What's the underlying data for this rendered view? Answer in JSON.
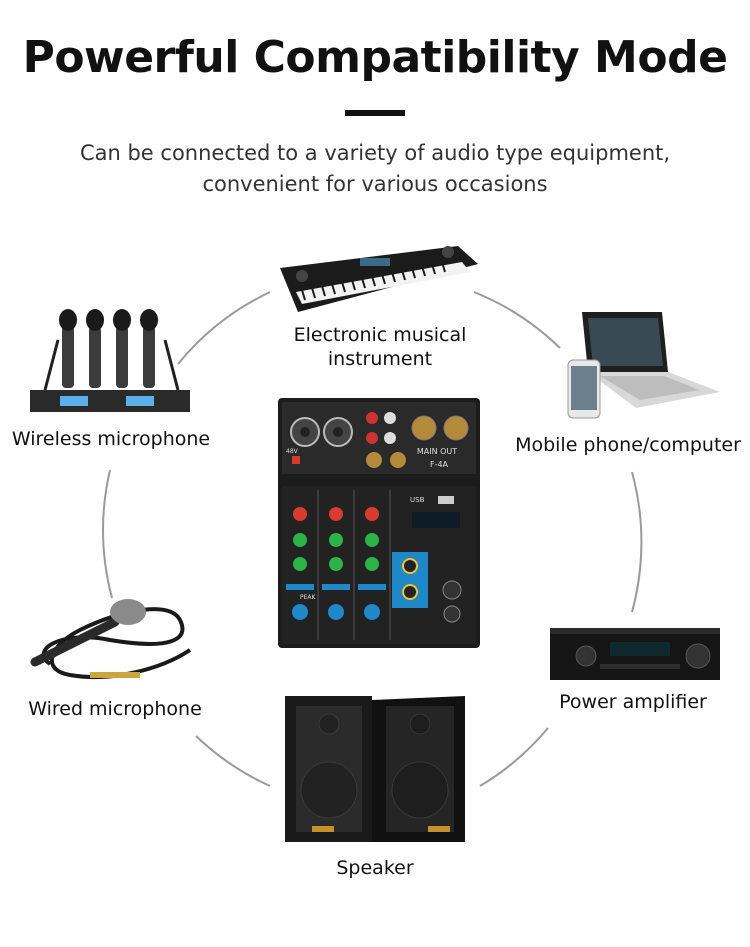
{
  "header": {
    "title": "Powerful Compatibility Mode",
    "subtitle_line1": "Can be connected to a variety of audio type equipment,",
    "subtitle_line2": "convenient for various occasions"
  },
  "devices": {
    "keyboard": {
      "label_line1": "Electronic musical",
      "label_line2": "instrument",
      "icon": "keyboard-icon"
    },
    "wireless_mic": {
      "label": "Wireless microphone",
      "icon": "wireless-microphone-icon"
    },
    "computer": {
      "label": "Mobile phone/computer",
      "icon": "laptop-phone-icon"
    },
    "wired_mic": {
      "label": "Wired microphone",
      "icon": "wired-microphone-icon"
    },
    "amplifier": {
      "label": "Power amplifier",
      "icon": "amplifier-icon"
    },
    "speaker": {
      "label": "Speaker",
      "icon": "speaker-icon"
    }
  },
  "mixer": {
    "model": "F-4A",
    "main_out": "MAIN OUT",
    "usb": "USB",
    "channel_label": "PEAK",
    "phantom": "48V"
  },
  "colors": {
    "accent_blue": "#1e88c8",
    "knob_green": "#2bb34a",
    "knob_red": "#d83a2e"
  }
}
